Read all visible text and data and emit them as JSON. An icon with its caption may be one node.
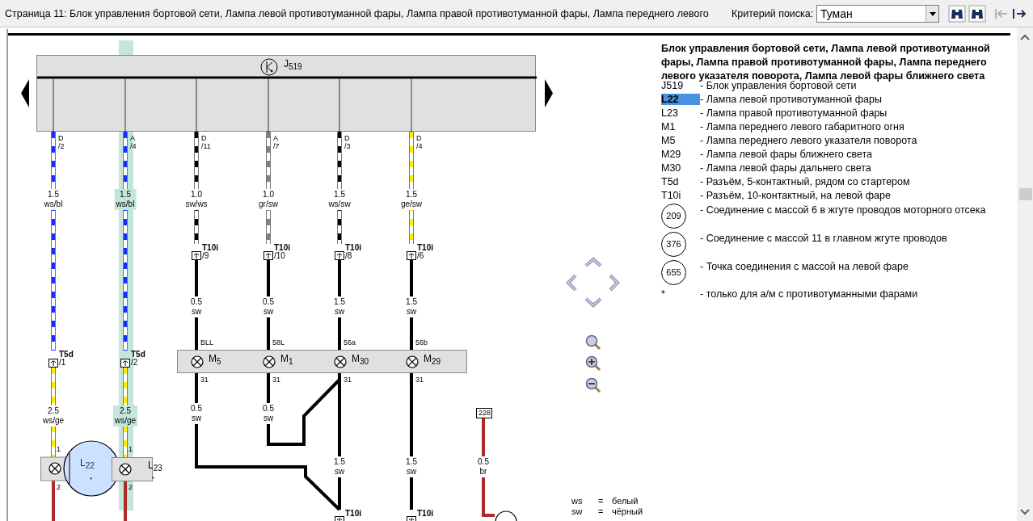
{
  "diagram": {
    "nodes": [
      {
        "text": [
          "J$_{519}$"
        ]
      },
      {
        "text": [],
        "shape": "bar"
      },
      {
        "text": [
          "M$_{5}$"
        ],
        "in": 1
      },
      {
        "text": [
          "M$_{1}$"
        ],
        "in": 1
      },
      {
        "text": [
          "M$_{30}$"
        ],
        "in": 1
      },
      {
        "text": [
          "M$_{29}$"
        ],
        "in": 1
      },
      {
        "text": [
          "L$_{22}$",
          "*"
        ],
        "beside": [
          "1",
          "2"
        ]
      },
      {
        "text": [
          "L$_{23}$",
          "*"
        ],
        "beside": [
          "1",
          "2"
        ]
      },
      {
        "text": [
          "T5d",
          "/1"
        ]
      },
      {
        "text": [
          "T5d",
          "/2"
        ]
      },
      {
        "text": [
          "T10i",
          "/9"
        ]
      },
      {
        "text": [
          "T10i",
          "/10"
        ]
      },
      {
        "text": [
          "T10i",
          "/8"
        ]
      },
      {
        "text": [
          "T10i",
          "/6"
        ]
      },
      {
        "text": [
          "T10i"
        ]
      },
      {
        "text": [
          "T10i"
        ]
      },
      {
        "text": [
          "228"
        ]
      },
      {
        "text": [],
        "shape": "circle"
      }
    ],
    "edges": [
      {
        "from": 0,
        "to": 8,
        "arrow": "none",
        "label": "1.5 ws/bl",
        "style": "dashed",
        "color": "#1a2cff"
      },
      {
        "from": 8,
        "to": 6,
        "arrow": "none",
        "label": "2.5 ws/ge",
        "style": "dashed",
        "color": "#ffee00"
      },
      {
        "from": 0,
        "to": 9,
        "arrow": "none",
        "label": "1.5 ws/bl",
        "style": "dashed",
        "color": "#1a2cff"
      },
      {
        "from": 9,
        "to": 7,
        "arrow": "none",
        "label": "2.5 ws/ge",
        "style": "dashed",
        "color": "#ffee00"
      },
      {
        "from": 0,
        "to": 10,
        "arrow": "none",
        "label": "1.0 sw/ws",
        "style": "dashed"
      },
      {
        "from": 10,
        "to": 2,
        "arrow": "none",
        "label": "0.5 sw"
      },
      {
        "from": 0,
        "to": 11,
        "arrow": "none",
        "label": "1.0 gr/sw",
        "style": "dashed",
        "color": "#808080"
      },
      {
        "from": 11,
        "to": 3,
        "arrow": "none",
        "label": "0.5 sw"
      },
      {
        "from": 0,
        "to": 12,
        "arrow": "none",
        "label": "1.5 ws/sw",
        "style": "dashed"
      },
      {
        "from": 12,
        "to": 4,
        "arrow": "none",
        "label": "1.5 sw"
      },
      {
        "from": 0,
        "to": 13,
        "arrow": "none",
        "label": "1.5 ge/sw",
        "style": "dashed",
        "color": "#ffee00"
      },
      {
        "from": 13,
        "to": 5,
        "arrow": "none",
        "label": "1.5 sw"
      },
      {
        "from": 2,
        "to": 14,
        "arrow": "none",
        "label": "0.5 sw"
      },
      {
        "from": 3,
        "to": 14,
        "arrow": "none",
        "label": "0.5 sw"
      },
      {
        "from": 4,
        "to": 14,
        "arrow": "none",
        "label": "1.5 sw"
      },
      {
        "from": 5,
        "to": 15,
        "arrow": "none",
        "label": "1.5 sw"
      },
      {
        "from": 6,
        "to": null,
        "arrow": "none",
        "color": "#b02a2a"
      },
      {
        "from": 7,
        "to": null,
        "arrow": "none",
        "color": "#b02a2a"
      },
      {
        "from": 16,
        "to": 17,
        "arrow": "none",
        "label": "0.5 br",
        "color": "#b02a2a"
      }
    ],
    "labels": [
      "Страница 11: Блок управления бортовой сети, Лампа левой противотуманной фары, Лампа правой противотуманной фары, Лампа переднего левого",
      "Критерий поиска:",
      "Туман",
      "Блок управления бортовой сети, Лампа левой противотуманной фары, Лампа правой противотуманной фары, Лампа переднего левого указателя поворота, Лампа левой фары ближнего света",
      "J519",
      "- Блок управления бортовой сети",
      "L22",
      "- Лампа левой противотуманной фары",
      "L23",
      "- Лампа правой противотуманной фары",
      "M1",
      "- Лампа переднего левого габаритного огня",
      "M5",
      "- Лампа переднего левого указателя поворота",
      "M29",
      "- Лампа левой фары ближнего света",
      "M30",
      "- Лампа левой фары дальнего света",
      "T5d",
      "- Разъём, 5-контактный, рядом со стартером",
      "T10i",
      "- Разъём, 10-контактный, на левой фаре",
      "209",
      "- Соединение с массой 6 в жгуте проводов моторного отсека",
      "376",
      "- Соединение с массой 11 в главном жгуте проводов",
      "655",
      "- Точка соединения с массой на левой фаре",
      "*",
      "- только для а/м с противотуманными фарами",
      "D /2",
      "A /4",
      "D /11",
      "A /7",
      "D /3",
      "D /4",
      "BLL",
      "58L",
      "56a",
      "56b",
      "31",
      "31",
      "31",
      "31",
      "ws",
      "=",
      "белый",
      "sw",
      "=",
      "чёрный"
    ]
  }
}
